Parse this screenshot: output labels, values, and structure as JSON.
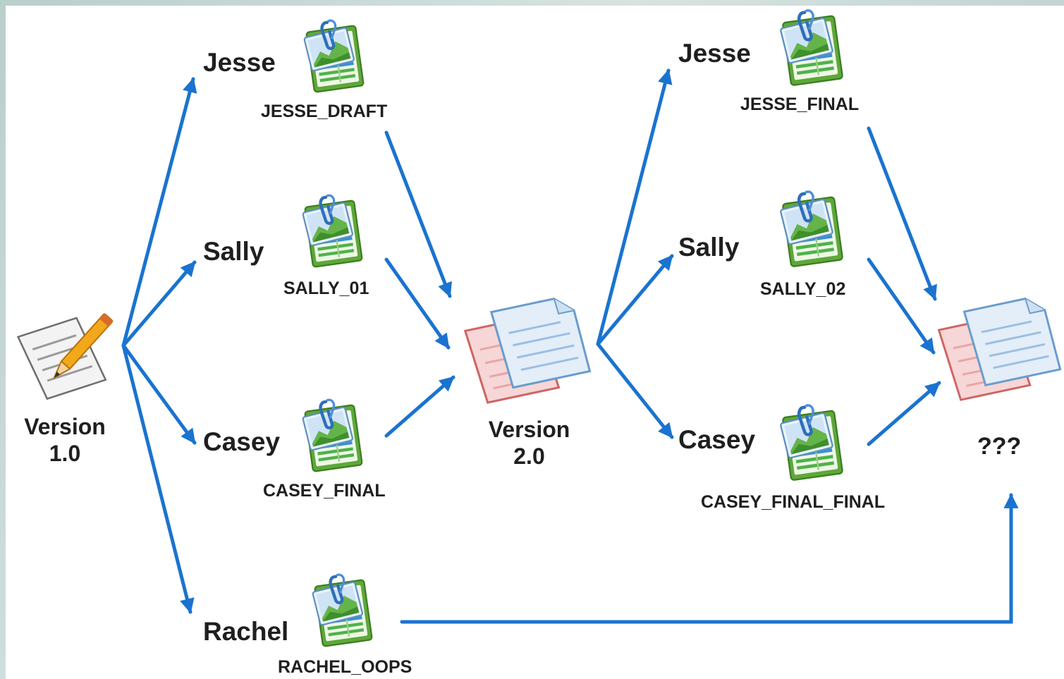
{
  "version_start": {
    "line1": "Version",
    "line2": "1.0"
  },
  "version_middle": {
    "line1": "Version",
    "line2": "2.0"
  },
  "result_label": "???",
  "round1": [
    {
      "person": "Jesse",
      "file": "JESSE_DRAFT"
    },
    {
      "person": "Sally",
      "file": "SALLY_01"
    },
    {
      "person": "Casey",
      "file": "CASEY_FINAL"
    },
    {
      "person": "Rachel",
      "file": "RACHEL_OOPS"
    }
  ],
  "round2": [
    {
      "person": "Jesse",
      "file": "JESSE_FINAL"
    },
    {
      "person": "Sally",
      "file": "SALLY_02"
    },
    {
      "person": "Casey",
      "file": "CASEY_FINAL_FINAL"
    }
  ],
  "icons": {
    "start_doc": "document-pencil-icon",
    "person_file": "spreadsheet-paperclip-icon",
    "merged_doc": "stacked-documents-icon"
  },
  "colors": {
    "arrow": "#1a73cf",
    "text": "#1f1f1f"
  }
}
